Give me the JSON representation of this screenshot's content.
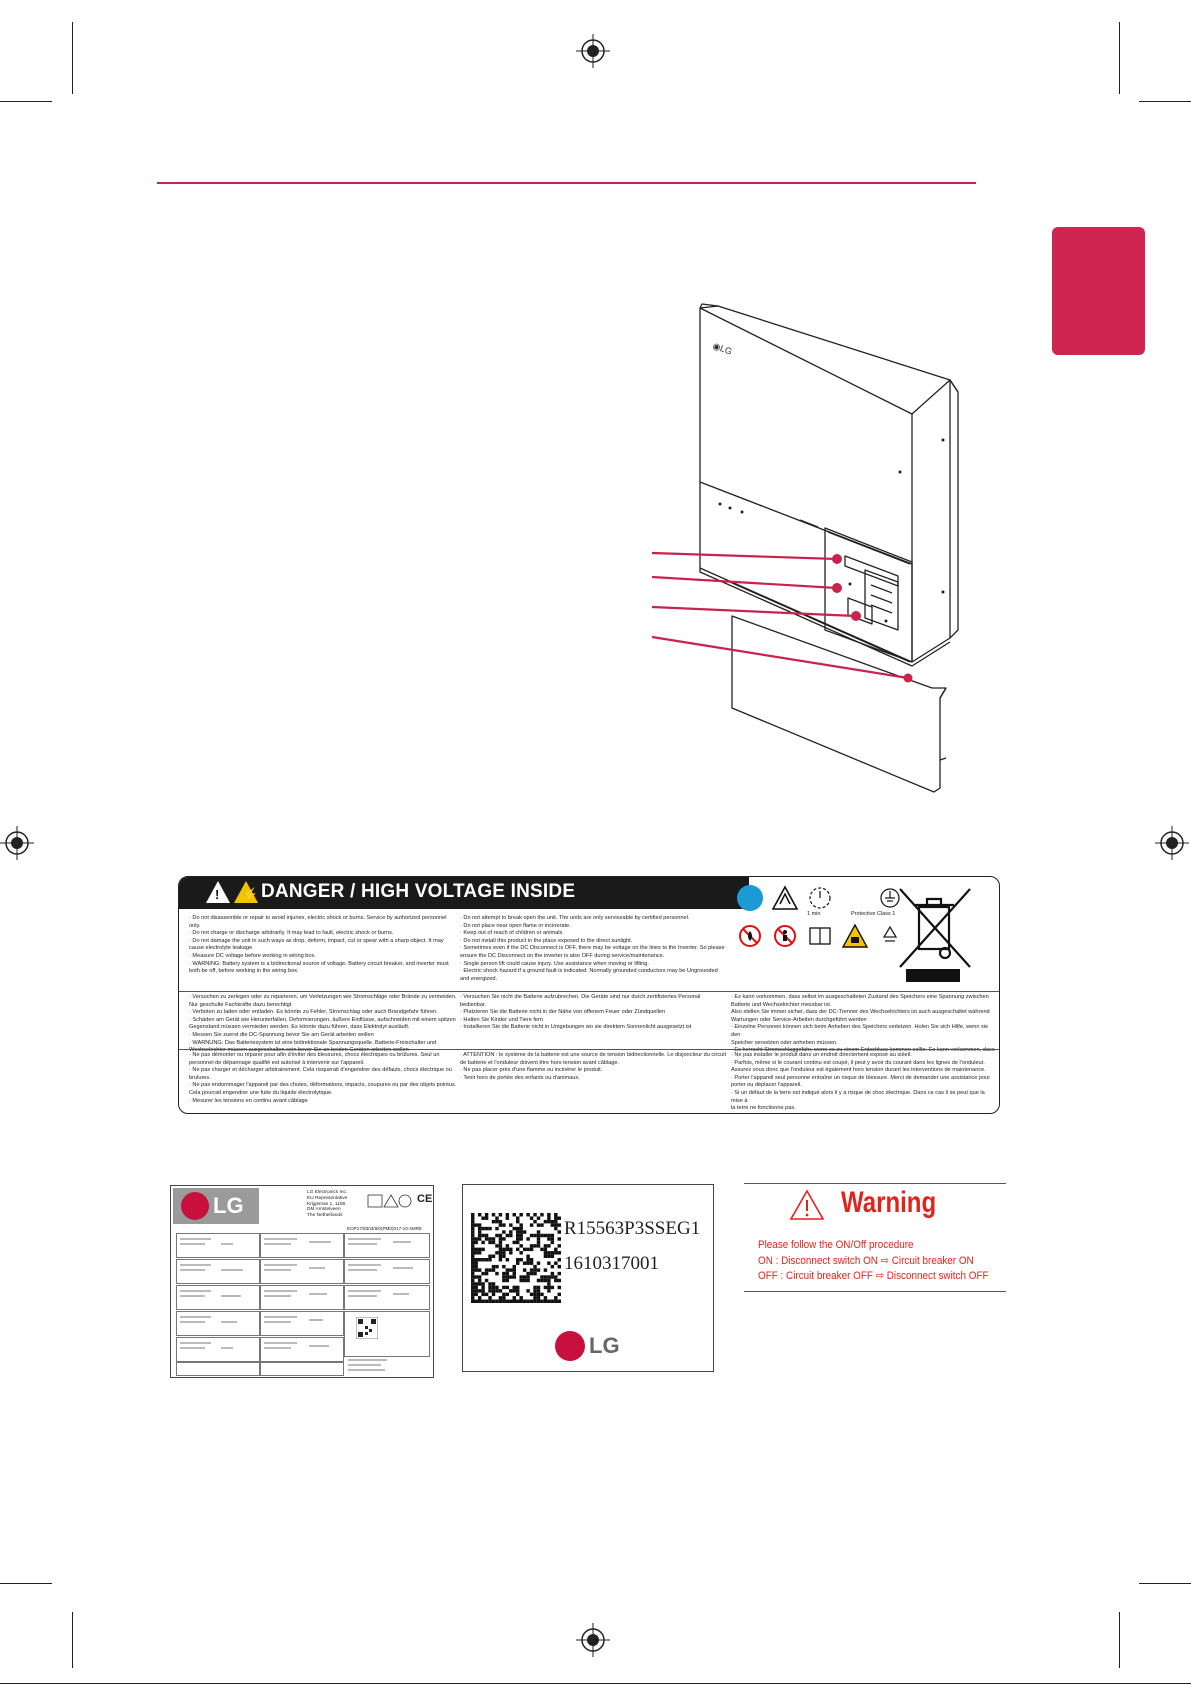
{
  "danger_label": {
    "title": "DANGER / HIGH VOLTAGE INSIDE",
    "symbol_1min": "1 min",
    "symbol_protective_class": "Protective Class 1",
    "en_col1": "· Do not disassemble or repair to avoid injuries, electric shock or burns. Service by authorized personnel only.\n· Do not charge or discharge arbitrarily. It may lead to fault, electric shock or burns.\n· Do not damage the unit in such ways as drop, deform, impact, cut or spear with a sharp object. It may\n  cause electrolyte leakage.\n· Measure DC voltage before working in wiring box.\n· WARNING: Battery system is a bidirectional source of voltage. Battery circuit breaker, and inverter must\n  both be off, before working in the wiring box.",
    "en_col2": "· Do not attempt to break open the unit. The units are only serviceable by certified personnel.\n· Do not place near open flame or incinerate.\n· Keep out of reach of children or animals.\n· Do not install this product in the place exposed to the direct sunlight.\n· Sometimes even if the DC Disconnect is OFF, there may be voltage on the lines to the Inverter. So please\n  ensure the DC Disconnect on the inverter is also OFF during service/maintenance.\n· Single person lift could cause injury. Use assistance when moving or lifting.\n· Electric shock hazard if a ground fault is indicated. Normally grounded conductors may be Ungrounded\n  and energized.",
    "de_col1": "· Versuchen zu zerlegen oder zu reparieren, um Verletzungen wie Stromschläge oder Brände zu vermeiden.\n  Nur geschulte Fachkräfte dazu berechtigt\n· Verboten zu laden oder entladen. Es könnte zu Fehler, Stromschlag oder auch Brandgefahr führen.\n· Schäden am Gerät wie Herunterfallen, Deformierungen, äußere Einflüsse, aufschneiden mit einem spitzen\n  Gegenstand müssen vermieden werden. Es könnte dazu führen, dass Elektrolyt ausläuft.\n· Messen Sie zuerst die DC-Spannung bevor Sie am Gerät arbeiten wollen\n· WARNUNG: Das Batteriesystem ist eine bidirektionale Spannungsquelle. Batterie-Freischalter und\n  Wechselrichter müssen ausgeschalten sein bevor Sie an beiden Geräten arbeiten wollen",
    "de_col2": "· Versuchen Sie nicht die Batterie aufzubrechen. Die Geräte sind nur durch zertifiziertes Personal\n  bedienbar.\n· Platzieren Sie die Batterie nicht in der Nähe von offenem Feuer oder Zündquellen\n· Halten Sie Kinder und Tiere fern\n· Installieren Sie die Batterie nicht in Umgebungen wo sie direktem Sonnenlicht ausgesetzt ist",
    "de_col3": "· Es kann vorkommen, dass selbst im ausgeschalteten Zustand des Speichers eine Spannung zwischen\n  Batterie und Wechselrichter messbar ist.\n  Also stellen Sie immer sicher, dass der DC-Trenner des Wechselrichters ist auch ausgeschaltet während\n  Wartungen oder Service-Arbeiten durchgeführt werden\n· Einzelne Personen können sich beim Anheben des Speichers verletzen. Holen Sie sich Hilfe, wenn sie den\n  Speicher versetzen oder anheben müssen.\n· Es herrscht Stromschlaggefahr, wenn es zu einem Erdschluss kommen sollte. Es kann vorkommen, dass\n  geerdete Leiter doch nicht geerdet wurden und unter Strom stehen.",
    "fr_col1": "· Ne pas démonter ou réparer pour afin d'éviter des blessures, chocs électriques ou brûlures. Seul un\n  personnel de dépannage qualifié est autorisé à intervenir sur l'appareil.\n· Ne pas charger et décharger arbitrairement. Cela risquerait d'engendrer des défauts, chocs électrique ou\n  brulures.\n· Ne pas endommager l'appareil par des chutes, déformations, impacts, coupures ou par des objets pointus.\n  Cela pourrait engendrer une fuite du liquide électrolytique.\n· Mesurer les tensions en continu avant câblage",
    "fr_col2": "· ATTENTION : le système de la batterie est une source de tension bidirectionnelle. Le disjoncteur du circuit\n  de batterie et l'onduleur doivent être hors tension avant câblage.\n· Ne pas placer près d'une flamme ou incinérer le produit.\n· Tenir hors de portée des enfants ou d'animaux.",
    "fr_col3": "· Ne pas installer le produit dans un endroit directement exposé au soleil.\n· Parfois, même si le courant continu est coupé, il peut y avoir du courant dans les lignes de l'onduleur.\n  Assurez vous donc que l'onduleur est également hors tension durant les interventions de maintenance.\n· Porter l'appareil seul personne entraîne un risque de blessure. Merci de demander une assistance pour\n  porter ou déplacer l'appareil.\n· Si un défaut de la terre est indiqué alors il y a risque de choc électrique. Dans ce cas il se peut que la mise à\n  la terre ne fonctionne pas."
  },
  "rating_label": {
    "brand": "LG",
    "company": "LG Electronics Inc.\nEU Representative\nKrijgsman 1, 1186\nDM Amstelveen\nThe Netherlands",
    "model_line": "EOP17/8303/8/0(PM0)017-10-4MR8",
    "ce_mark": "CE"
  },
  "barcode_label": {
    "serial_1": "R15563P3SSEG1",
    "serial_2": "1610317001",
    "brand": "LG"
  },
  "warning_label": {
    "title": "Warning",
    "line_1": "Please follow the ON/Off procedure",
    "line_2": "ON : Disconnect switch ON ⇨ Circuit breaker ON",
    "line_3": "OFF : Circuit breaker OFF ⇨ Disconnect switch OFF"
  },
  "colors": {
    "accent": "#c8234d",
    "warning_red": "#e0241b",
    "lg_red": "#c8103e"
  }
}
